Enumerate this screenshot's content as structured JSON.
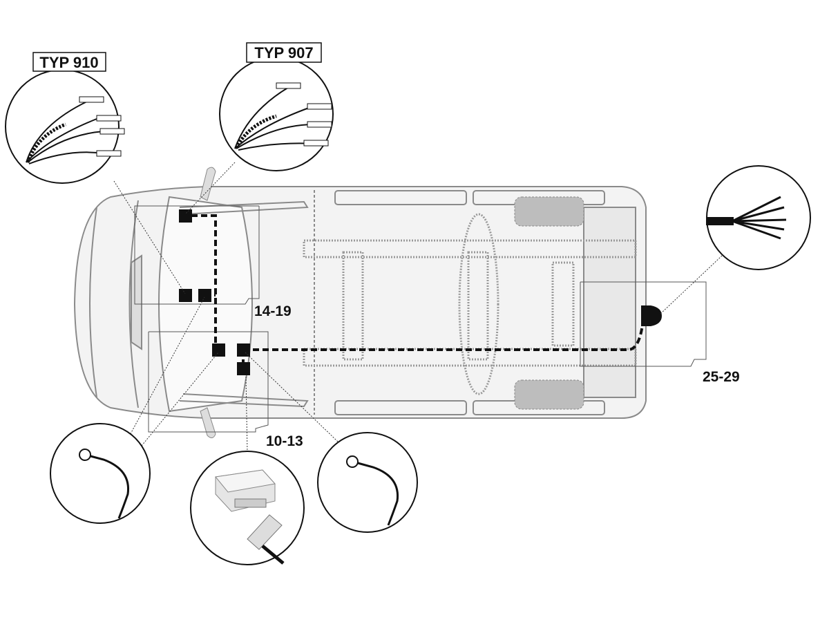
{
  "callouts": {
    "typ_910": "TYP 910",
    "typ_907": "TYP 907"
  },
  "ranges": {
    "front_upper": "14-19",
    "front_lower": "10-13",
    "rear": "25-29"
  },
  "colors": {
    "outline": "#8a8a8a",
    "body_fill": "#f1f1f1",
    "wire": "#111111",
    "dotted": "#9a9a9a"
  }
}
